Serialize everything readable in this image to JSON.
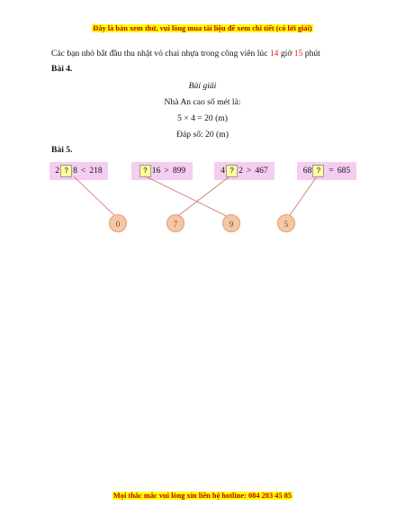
{
  "header_banner": "Đây là bản xem thử, vui lòng mua tài liệu để xem chi tiết (có lời giải)",
  "intro": {
    "prefix": "Các bạn nhỏ bắt đầu thu nhặt vỏ chai nhựa trong công viên lúc ",
    "hour": "14",
    "mid": " giờ ",
    "minute": "15",
    "suffix": " phút"
  },
  "bai4": {
    "title": "Bài 4.",
    "heading": "Bài giải",
    "line1": "Nhà An cao số mét là:",
    "line2": "5 × 4 = 20 (m)",
    "line3": "Đáp số: 20 (m)"
  },
  "bai5": {
    "title": "Bài 5.",
    "placeholder": "?",
    "boxes": [
      {
        "before": "2",
        "after": "8",
        "op": "<",
        "rhs": "218"
      },
      {
        "before": "",
        "after": "16",
        "op": ">",
        "rhs": "899"
      },
      {
        "before": "4",
        "after": "2",
        "op": ">",
        "rhs": "467"
      },
      {
        "before": "68",
        "after": "",
        "op": "=",
        "rhs": "685"
      }
    ],
    "answers": [
      "0",
      "7",
      "9",
      "5"
    ]
  },
  "footer_banner": "Mọi thắc mắc vui lòng xin liên hệ hotline: 084 283 45 85"
}
